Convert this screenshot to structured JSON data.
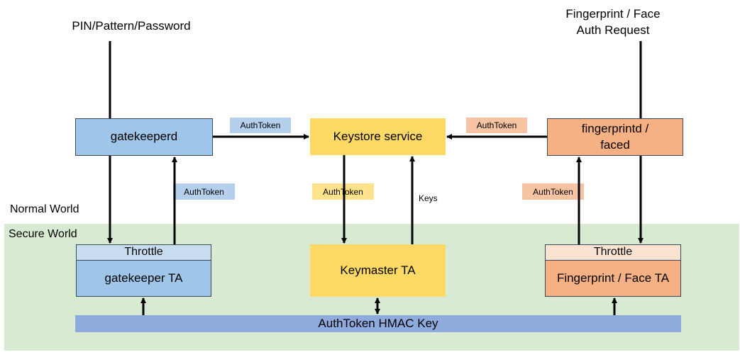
{
  "zones": {
    "normal_world": "Normal World",
    "secure_world": "Secure World"
  },
  "inputs": {
    "pin": "PIN/Pattern/Password",
    "biometric_line1": "Fingerprint / Face",
    "biometric_line2": "Auth Request"
  },
  "boxes": {
    "gatekeeperd": "gatekeeperd",
    "keystore": "Keystore service",
    "fingerprintd_line1": "fingerprintd /",
    "fingerprintd_line2": "faced",
    "throttle_left": "Throttle",
    "gatekeeper_ta": "gatekeeper TA",
    "keymaster_ta": "Keymaster TA",
    "throttle_right": "Throttle",
    "fingerprint_ta": "Fingerprint / Face TA"
  },
  "tags": {
    "auth_gk_to_ks": "AuthToken",
    "auth_fp_to_ks": "AuthToken",
    "auth_gk_ta": "AuthToken",
    "auth_ks_ta": "AuthToken",
    "auth_fp_ta": "AuthToken",
    "keys": "Keys"
  },
  "hmac_key": "AuthToken HMAC Key",
  "colors": {
    "blue": "#9fc5e8",
    "orange": "#f5b083",
    "yellow": "#ffd966",
    "secure_green": "#d9ead3",
    "hmac_bar": "#8faadc"
  }
}
